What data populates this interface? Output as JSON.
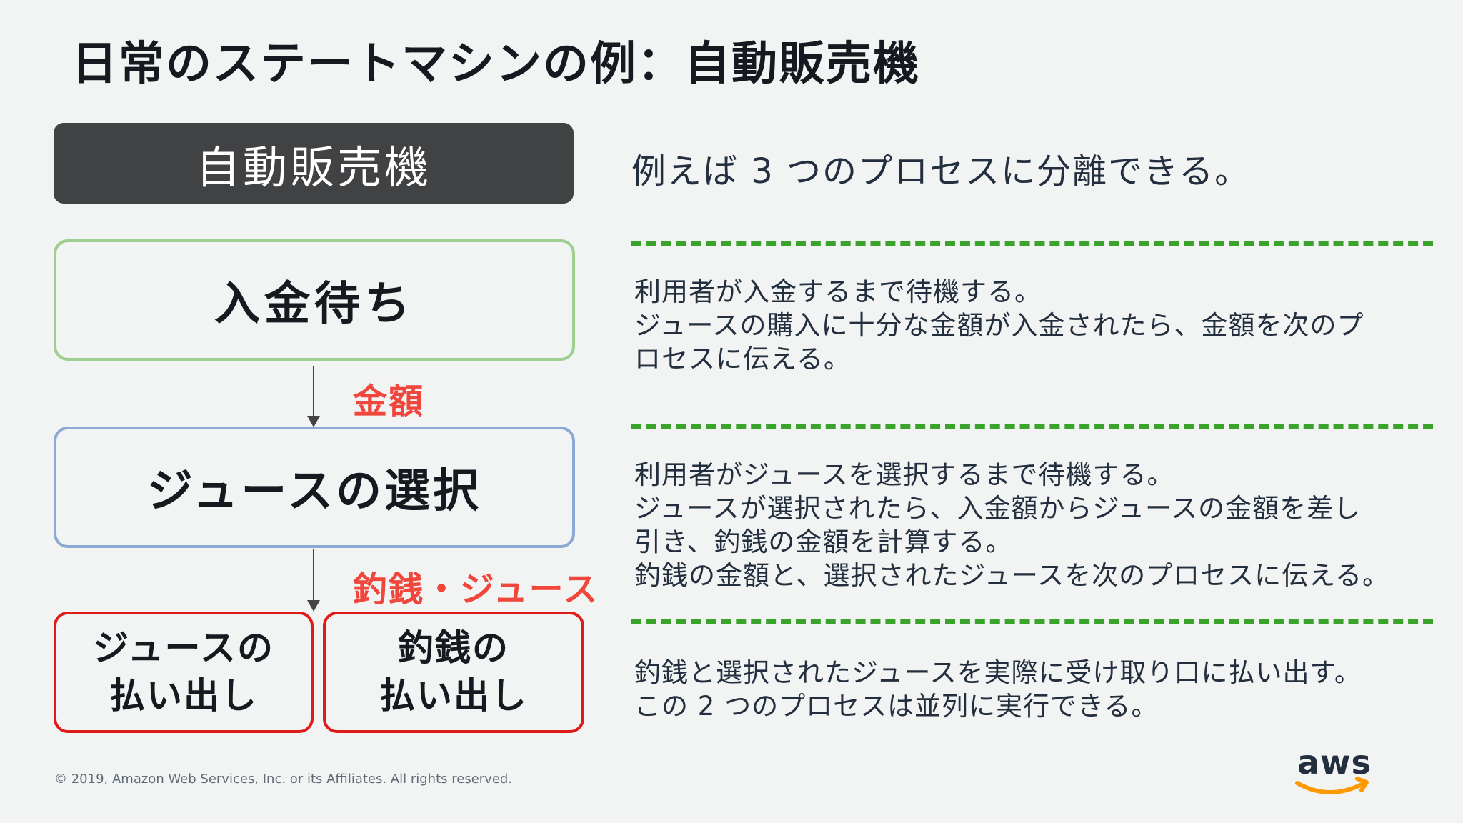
{
  "slide": {
    "title": "日常のステートマシンの例：自動販売機",
    "header_box": "自動販売機",
    "intro": "例えば 3 つのプロセスに分離できる。",
    "copyright": "© 2019, Amazon Web Services, Inc. or its Affiliates. All rights reserved.",
    "logo_text": "aws"
  },
  "states": {
    "s1": "入金待ち",
    "s2": "ジュースの選択",
    "s3": "ジュースの\n払い出し",
    "s4": "釣銭の\n払い出し"
  },
  "transitions": {
    "t1": "金額",
    "t2": "釣銭・ジュース"
  },
  "descriptions": {
    "d1": [
      "利用者が入金するまで待機する。",
      "ジュースの購入に十分な金額が入金されたら、金額を次のプ",
      "ロセスに伝える。"
    ],
    "d2": [
      "利用者がジュースを選択するまで待機する。",
      "ジュースが選択されたら、入金額からジュースの金額を差し",
      "引き、釣銭の金額を計算する。",
      "釣銭の金額と、選択されたジュースを次のプロセスに伝える。"
    ],
    "d3": [
      "釣銭と選択されたジュースを実際に受け取り口に払い出す。",
      "この 2 つのプロセスは並列に実行できる。"
    ]
  },
  "colors": {
    "accent_red": "#f0463c",
    "state_green": "#9fcf8f",
    "state_blue": "#8ca9d6",
    "state_red": "#e01919",
    "divider_green": "#3aa32c",
    "aws_orange": "#ff9900"
  }
}
